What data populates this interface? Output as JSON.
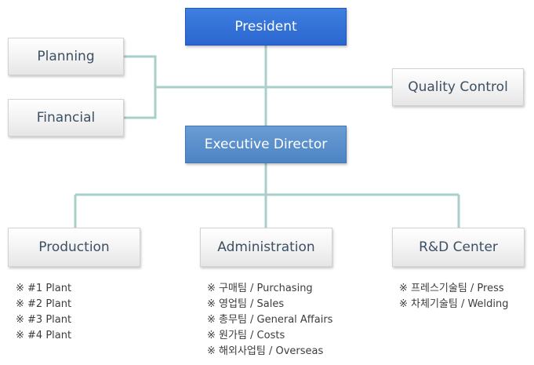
{
  "nodes": {
    "president": "President",
    "planning": "Planning",
    "financial": "Financial",
    "quality_control": "Quality Control",
    "executive_director": "Executive Director",
    "production": "Production",
    "administration": "Administration",
    "rnd_center": "R&D Center"
  },
  "notes": {
    "production": [
      "※ #1 Plant",
      "※ #2 Plant",
      "※ #3 Plant",
      "※ #4 Plant"
    ],
    "administration": [
      "※ 구매팀 / Purchasing",
      "※ 영업팀 / Sales",
      "※ 총무팀 / General Affairs",
      "※ 원가팀 / Costs",
      "※ 해외사업팀 / Overseas"
    ],
    "rnd_center": [
      "※ 프레스기술팀 / Press",
      "※ 차체기술팀 / Welding"
    ]
  },
  "colors": {
    "connector": "#a9cfca",
    "president_fill": "#2a66cf",
    "executive_fill": "#4c84c4",
    "box_text": "#3d5063"
  }
}
